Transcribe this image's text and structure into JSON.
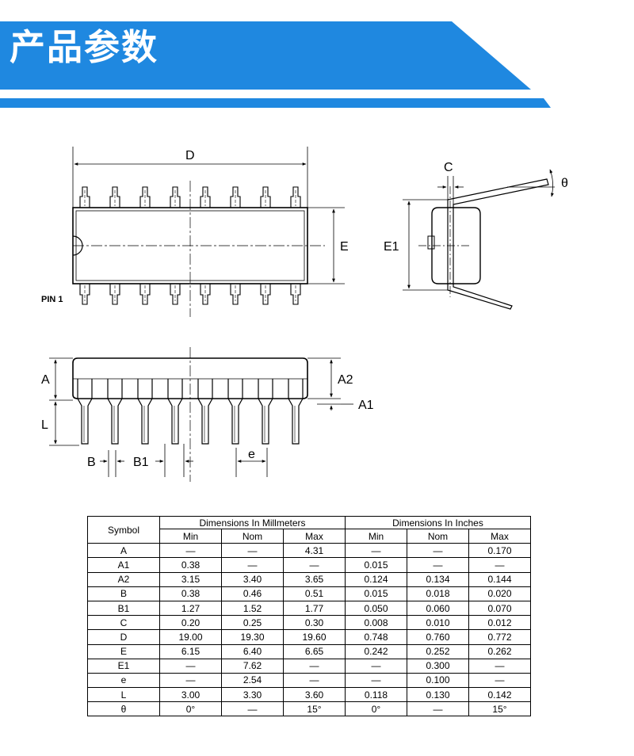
{
  "banner": {
    "title": "产品参数",
    "colors": {
      "primary": "#1f88e0",
      "text": "#ffffff"
    }
  },
  "drawing": {
    "labels": {
      "D": "D",
      "E": "E",
      "pin1": "PIN 1",
      "C": "C",
      "theta": "θ",
      "E1": "E1",
      "A": "A",
      "A2": "A2",
      "A1": "A1",
      "L": "L",
      "B": "B",
      "B1": "B1",
      "e": "e"
    }
  },
  "table": {
    "symbol_header": "Symbol",
    "groups": [
      "Dimensions In Millmeters",
      "Dimensions In Inches"
    ],
    "subheaders": [
      "Min",
      "Nom",
      "Max",
      "Min",
      "Nom",
      "Max"
    ],
    "rows": [
      {
        "symbol": "A",
        "values": [
          "—",
          "—",
          "4.31",
          "—",
          "—",
          "0.170"
        ]
      },
      {
        "symbol": "A1",
        "values": [
          "0.38",
          "—",
          "—",
          "0.015",
          "—",
          "—"
        ]
      },
      {
        "symbol": "A2",
        "values": [
          "3.15",
          "3.40",
          "3.65",
          "0.124",
          "0.134",
          "0.144"
        ]
      },
      {
        "symbol": "B",
        "values": [
          "0.38",
          "0.46",
          "0.51",
          "0.015",
          "0.018",
          "0.020"
        ]
      },
      {
        "symbol": "B1",
        "values": [
          "1.27",
          "1.52",
          "1.77",
          "0.050",
          "0.060",
          "0.070"
        ]
      },
      {
        "symbol": "C",
        "values": [
          "0.20",
          "0.25",
          "0.30",
          "0.008",
          "0.010",
          "0.012"
        ]
      },
      {
        "symbol": "D",
        "values": [
          "19.00",
          "19.30",
          "19.60",
          "0.748",
          "0.760",
          "0.772"
        ]
      },
      {
        "symbol": "E",
        "values": [
          "6.15",
          "6.40",
          "6.65",
          "0.242",
          "0.252",
          "0.262"
        ]
      },
      {
        "symbol": "E1",
        "values": [
          "—",
          "7.62",
          "—",
          "—",
          "0.300",
          "—"
        ]
      },
      {
        "symbol": "e",
        "values": [
          "—",
          "2.54",
          "—",
          "—",
          "0.100",
          "—"
        ]
      },
      {
        "symbol": "L",
        "values": [
          "3.00",
          "3.30",
          "3.60",
          "0.118",
          "0.130",
          "0.142"
        ]
      },
      {
        "symbol": "θ",
        "values": [
          "0°",
          "—",
          "15°",
          "0°",
          "—",
          "15°"
        ]
      }
    ]
  }
}
